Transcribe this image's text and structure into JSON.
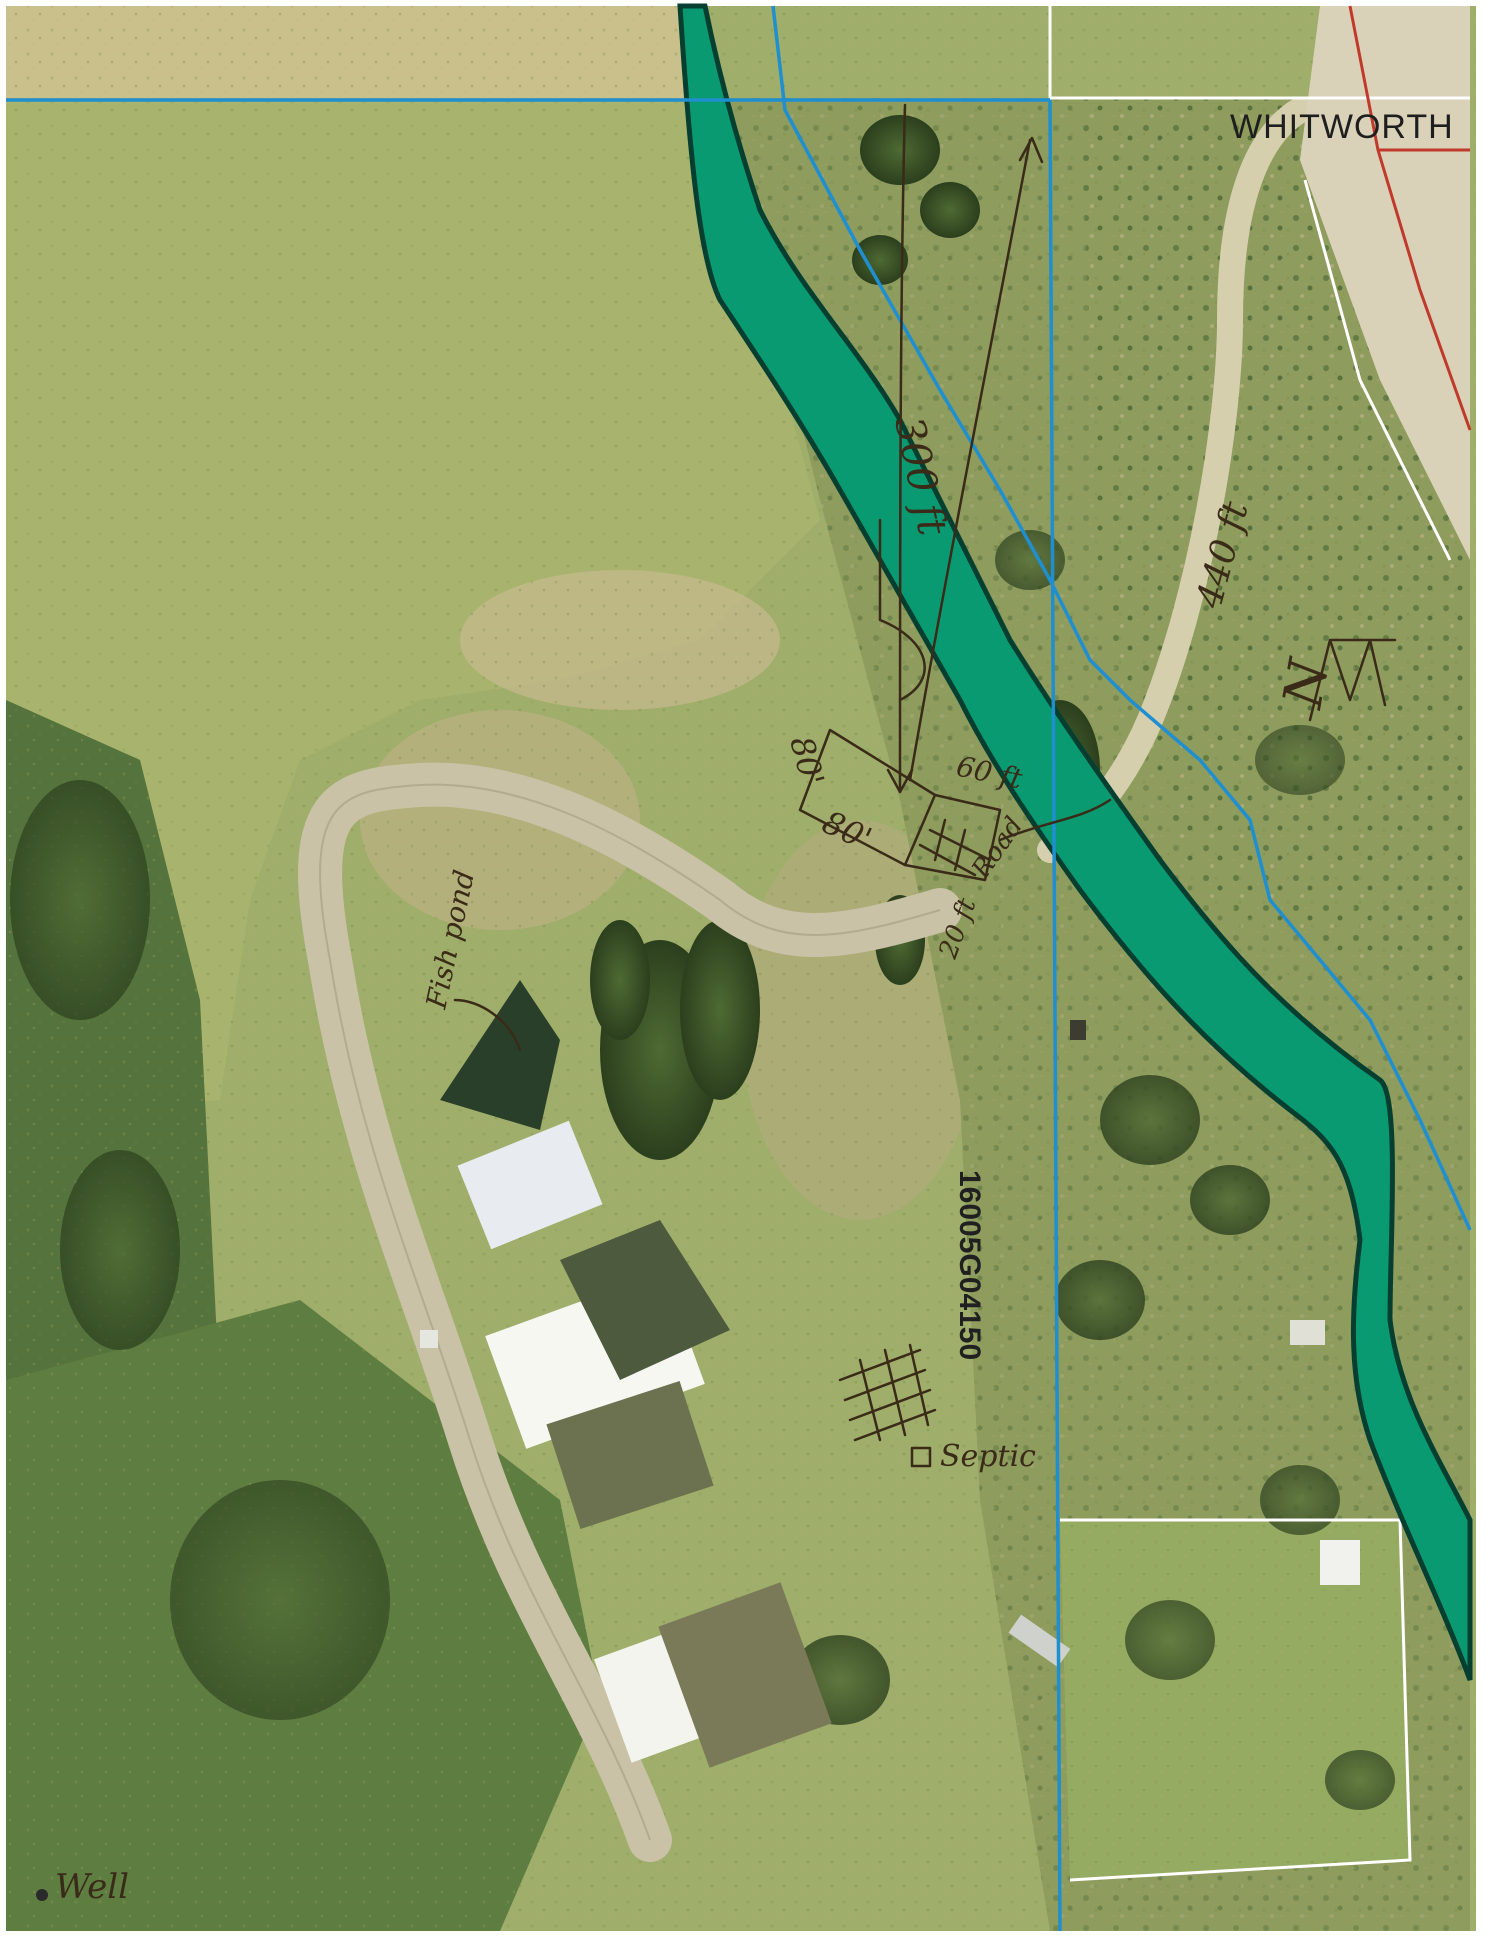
{
  "map": {
    "street_label": "WHITWORTH",
    "parcel_number": "16005G04150",
    "annotations": {
      "dist_300ft": "300 ft",
      "dist_440ft": "440 ft",
      "dim_80_top": "80'",
      "dim_80_bottom": "80'",
      "dim_60ft": "60 ft",
      "road": "Road",
      "dim_20ft": "20 ft",
      "septic": "Septic",
      "well": "Well",
      "existing_fishpond": "Fish pond",
      "north_arrow": "N"
    },
    "colors": {
      "parcel_line": "#1f8fd0",
      "canal": "#0a9a72",
      "canal_edge": "#063f30",
      "road_line": "#c0392b",
      "lot_line": "#ffffff",
      "ink": "#3a2a18"
    }
  }
}
